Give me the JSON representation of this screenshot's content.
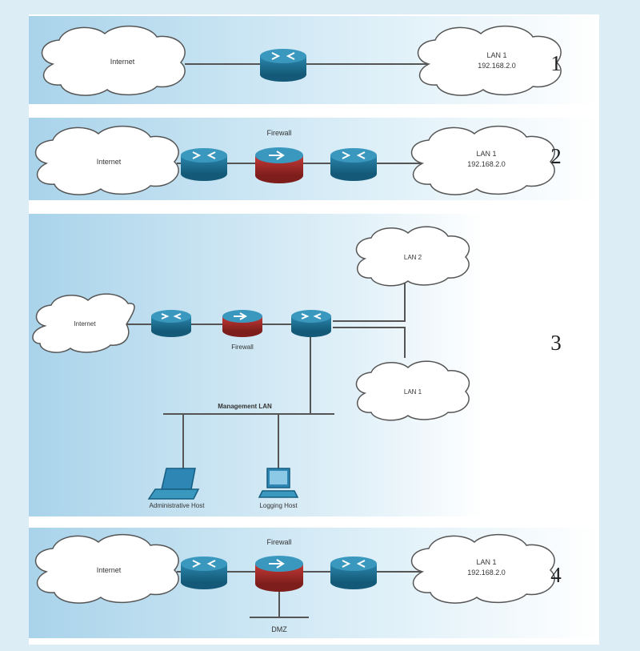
{
  "scenarios": [
    {
      "number": "1",
      "internet_label": "Internet",
      "lan_name": "LAN 1",
      "lan_network": "192.168.2.0"
    },
    {
      "number": "2",
      "internet_label": "Internet",
      "firewall_label": "Firewall",
      "lan_name": "LAN 1",
      "lan_network": "192.168.2.0"
    },
    {
      "number": "3",
      "internet_label": "Internet",
      "firewall_label": "Firewall",
      "lan_top_label": "LAN 2",
      "lan_bottom_label": "LAN 1",
      "management_label": "Management LAN",
      "admin_host_label": "Administrative Host",
      "logging_host_label": "Logging Host"
    },
    {
      "number": "4",
      "internet_label": "Internet",
      "firewall_label": "Firewall",
      "lan_name": "LAN 1",
      "lan_network": "192.168.2.0",
      "dmz_label": "DMZ"
    }
  ],
  "colors": {
    "router": "#1d6f92",
    "firewall": "#a32c2a",
    "link": "#555555",
    "panel_tint": "#bfe0f0"
  }
}
